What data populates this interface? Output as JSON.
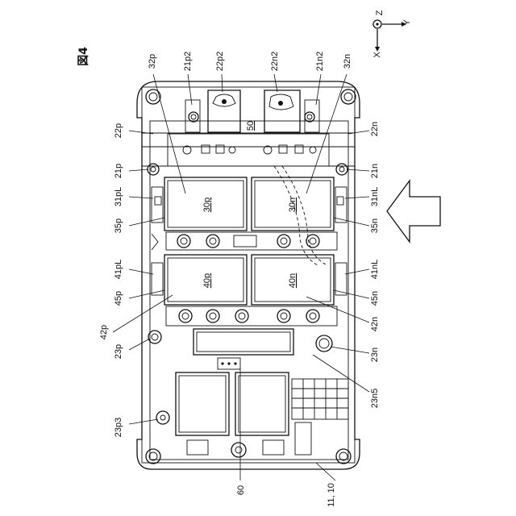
{
  "figure": {
    "title": "図4"
  },
  "axes": {
    "z": "Z",
    "y": "Y",
    "x": "X"
  },
  "labels": {
    "l32p": "32p",
    "l21p2": "21p2",
    "l22p2": "22p2",
    "l22n2": "22n2",
    "l21n2": "21n2",
    "l32n": "32n",
    "l22p": "22p",
    "l50": "50",
    "l22n": "22n",
    "l21p": "21p",
    "l21n": "21n",
    "l31pL": "31pL",
    "l31nL": "31nL",
    "l30p": "30p",
    "l30n": "30n",
    "l35p": "35p",
    "l35n": "35n",
    "l41pL": "41pL",
    "l41nL": "41nL",
    "l40p": "40p",
    "l40n": "40n",
    "l45p": "45p",
    "l45n": "45n",
    "l42p": "42p",
    "l42n": "42n",
    "l23p": "23p",
    "l23n": "23n",
    "l23n5": "23n5",
    "l23p3": "23p3",
    "l60": "60",
    "l1110": "11, 10"
  }
}
